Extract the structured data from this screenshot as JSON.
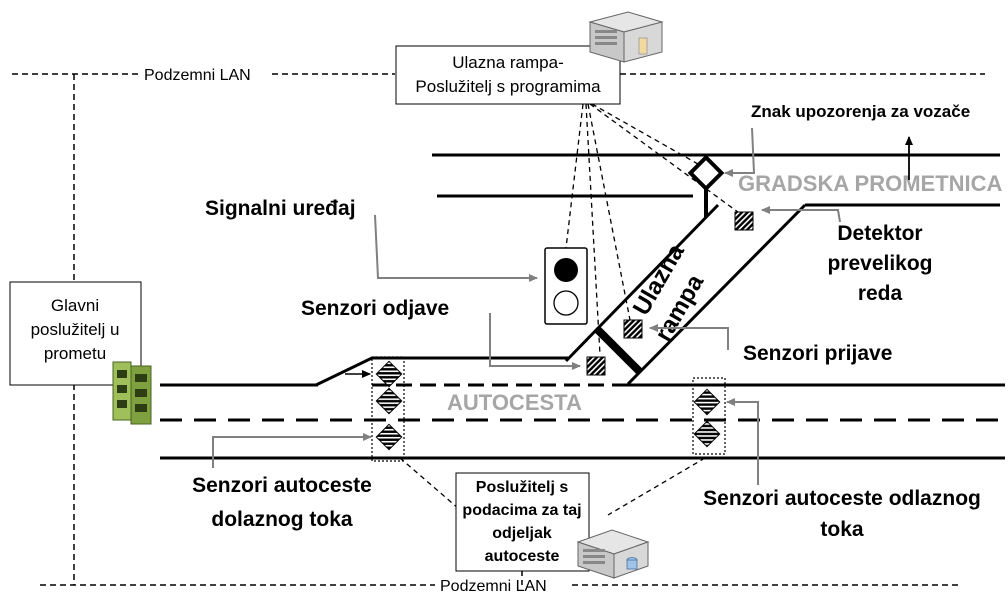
{
  "diagram": {
    "lan_top": "Podzemni LAN",
    "lan_bottom": "Podzemni LAN",
    "ramp_server": [
      "Ulazna rampa-",
      "Poslužitelj s programima"
    ],
    "main_server": [
      "Glavni",
      "poslužitelj  u",
      "prometu"
    ],
    "segment_server": [
      "Poslužitelj s",
      "podacima za taj",
      "odjeljak",
      "autoceste"
    ],
    "warning_sign": "Znak upozorenja za vozače",
    "city_road": "GRADSKA PROMETNICA",
    "queue_detector": [
      "Detektor",
      "prevelikog",
      "reda"
    ],
    "signal_device": "Signalni uređaj",
    "ramp_label": [
      "Ulazna",
      "rampa"
    ],
    "exit_sensors": "Senzori odjave",
    "entry_sensors": "Senzori prijave",
    "highway": "AUTOCESTA",
    "upstream_sensors": [
      "Senzori autoceste",
      "dolaznog toka"
    ],
    "downstream_sensors": [
      "Senzori autoceste odlaznog",
      "toka"
    ]
  },
  "colors": {
    "road": "#000000",
    "leader": "#808080",
    "gray_text": "#a6a6a6",
    "signal_red": "#000000"
  }
}
